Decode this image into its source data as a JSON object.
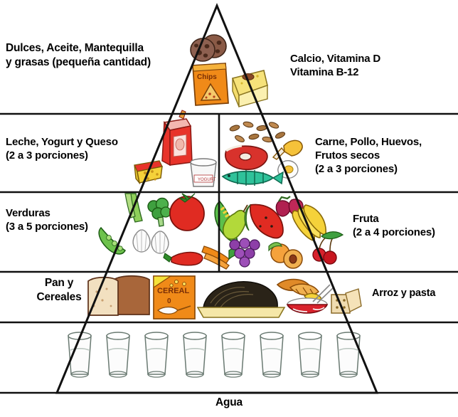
{
  "diagram": {
    "title": "Piramide alimenticia",
    "type": "food-pyramid",
    "language": "es",
    "tier_count": 5
  },
  "labels": {
    "sweets": "Dulces, Aceite, Mantequilla\ny grasas (pequeña cantidad)",
    "calcium": "Calcio, Vitamina D\nVitamina B-12",
    "dairy": "Leche, Yogurt y Queso\n(2 a 3 porciones)",
    "meat": "Carne, Pollo, Huevos,\nFrutos secos\n(2 a 3 porciones)",
    "vegetables": "Verduras\n(3 a 5 porciones)",
    "fruit": "Fruta\n(2 a 4 porciones)",
    "bread": "Pan y\nCereales",
    "rice": "Arroz y pasta",
    "water": "Agua"
  },
  "tiers": [
    {
      "index": 1,
      "name": "apex-fats-sweets",
      "left_label": "Dulces, Aceite, Mantequilla y grasas (pequeña cantidad)",
      "right_label": "Calcio, Vitamina D Vitamina B-12",
      "servings": "pequeña cantidad",
      "foods": [
        "cookies",
        "chips-bag",
        "cake-slice"
      ]
    },
    {
      "index": 2,
      "name": "dairy-and-protein",
      "left_label": "Leche, Yogurt y Queso",
      "left_servings": "(2 a 3 porciones)",
      "right_label": "Carne, Pollo, Huevos, Frutos secos",
      "right_servings": "(2 a 3 porciones)",
      "foods": [
        "milk-carton",
        "cheese-wedge",
        "yogurt-cup",
        "beans",
        "chicken-leg",
        "steak",
        "fish",
        "egg"
      ]
    },
    {
      "index": 3,
      "name": "vegetables-and-fruit",
      "left_label": "Verduras",
      "left_servings": "(3 a 5 porciones)",
      "right_label": "Fruta",
      "right_servings": "(2 a 4 porciones)",
      "foods": [
        "celery",
        "broccoli",
        "tomato",
        "corn",
        "peas",
        "garlic",
        "chili-pepper",
        "carrots",
        "pear",
        "watermelon",
        "strawberries",
        "bananas",
        "grapes",
        "apricots",
        "cherries"
      ]
    },
    {
      "index": 4,
      "name": "grains",
      "left_label": "Pan y Cereales",
      "right_label": "Arroz y pasta",
      "foods": [
        "bread-loaf",
        "cereal-box",
        "spaghetti",
        "croissant",
        "rice-bowl",
        "crackers"
      ]
    },
    {
      "index": 5,
      "name": "water",
      "label": "Agua",
      "glass_count": 8,
      "foods": [
        "water-glass"
      ]
    }
  ],
  "colors": {
    "outline": "#111111",
    "chips_bag": "#f08a18",
    "cereal_box": "#f08a18",
    "cake": "#f6e27a",
    "cookie": "#8a5a46",
    "milk_carton": "#e8332a",
    "cheese": "#f5d23a",
    "steak": "#d8322c",
    "fish": "#2fc29a",
    "tomato": "#e02b22",
    "watermelon": "#e02b22",
    "banana": "#f5d23a",
    "grapes": "#8d3fa8",
    "carrot": "#f08a18",
    "broccoli": "#3fa03f",
    "bread_crust": "#a8663a",
    "bread_crumb": "#f2e0c0",
    "background": "#ffffff"
  }
}
